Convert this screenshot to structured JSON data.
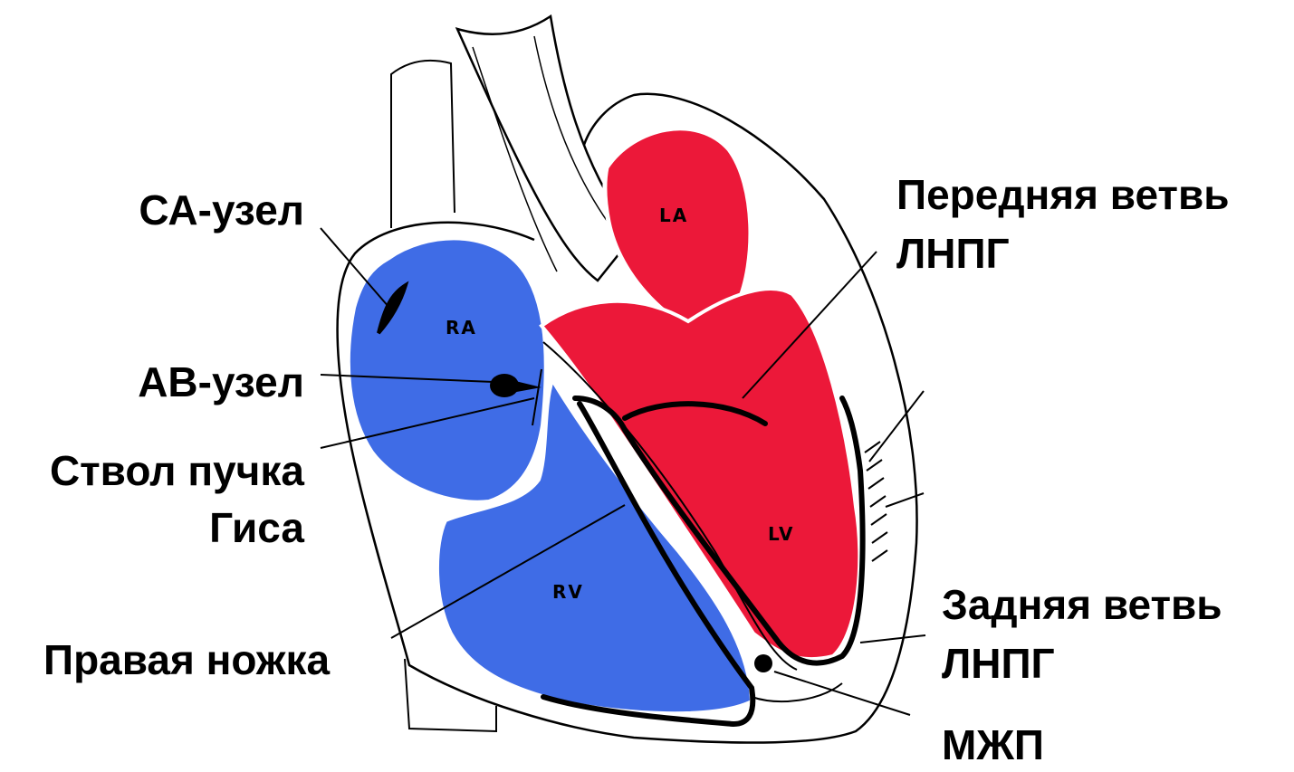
{
  "labels": {
    "sa_node": "СА-узел",
    "av_node": "АВ-узел",
    "his_bundle_line1": "Ствол пучка",
    "his_bundle_line2": "Гиса",
    "right_bundle_branch": "Правая ножка",
    "anterior_branch_line1": "Передняя ветвь",
    "anterior_branch_line2": "ЛНПГ",
    "posterior_branch_line1": "Задняя ветвь",
    "posterior_branch_line2": "ЛНПГ",
    "septum": "МЖП"
  },
  "chambers": {
    "ra": "RA",
    "la": "LA",
    "rv": "RV",
    "lv": "LV"
  },
  "colors": {
    "right_heart": "#3f6ce6",
    "left_heart": "#ec1839",
    "outline": "#000000",
    "background": "#ffffff"
  }
}
